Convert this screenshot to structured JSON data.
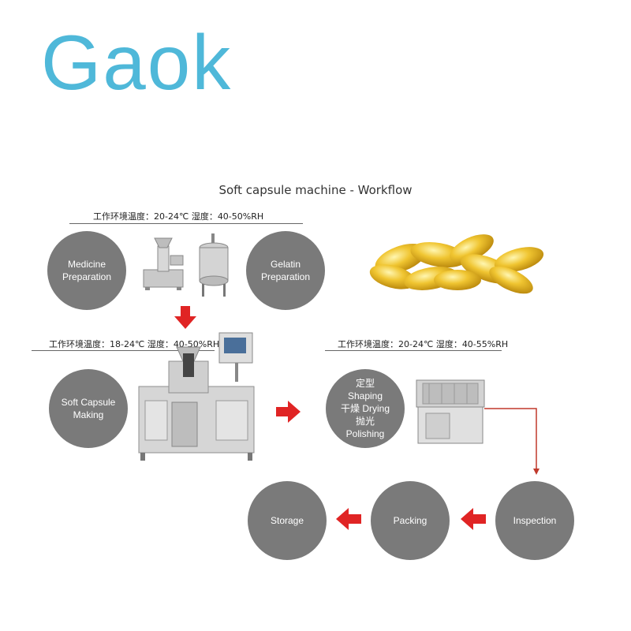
{
  "brand": {
    "name": "Gaok",
    "color": "#4fb8d9"
  },
  "diagram": {
    "title": "Soft capsule machine - Workflow",
    "env_labels": {
      "top": "工作环境温度：20-24℃  湿度：40-50%RH",
      "middle_left": "工作环境温度：18-24℃  湿度：40-50%RH",
      "middle_right": "工作环境温度：20-24℃  湿度：40-55%RH"
    },
    "steps": {
      "medicine": "Medicine Preparation",
      "gelatin": "Gelatin Preparation",
      "making": "Soft Capsule Making",
      "shaping_lines": [
        "定型 Shaping",
        "干燥 Drying",
        "抛光 Polishing"
      ],
      "inspection": "Inspection",
      "packing": "Packing",
      "storage": "Storage"
    },
    "colors": {
      "step": "#7a7a7a",
      "arrow": "#e02424",
      "capsule": "#e8b820"
    },
    "icons": [
      "mixer-machine",
      "gelatin-tank",
      "encapsulation-machine",
      "tumble-dryer",
      "capsules-photo"
    ]
  }
}
